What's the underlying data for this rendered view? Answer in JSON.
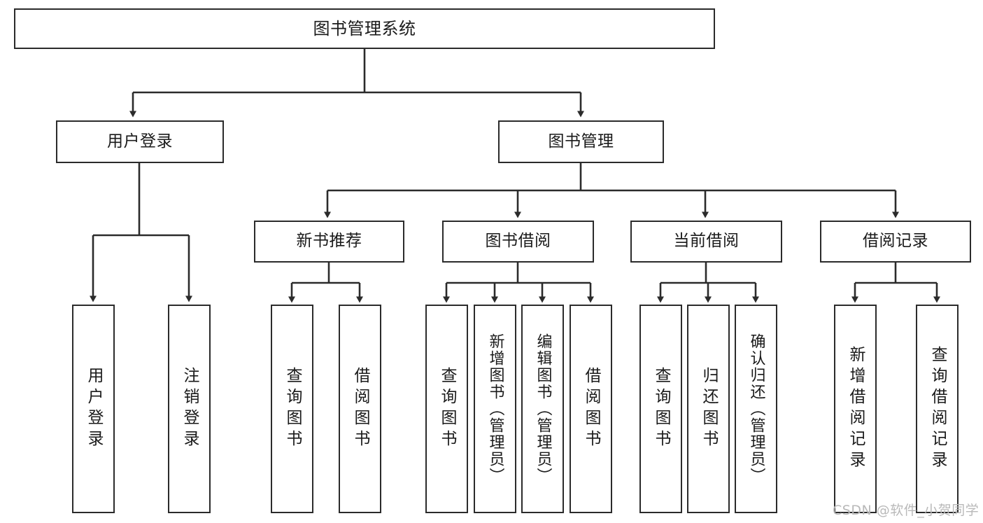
{
  "diagram": {
    "title": "图书管理系统",
    "type": "tree",
    "colors": {
      "stroke": "#2b2b2b",
      "fill": "#ffffff",
      "text": "#1a1a1a",
      "watermark": "#b9b9b9"
    },
    "root": {
      "label": "图书管理系统"
    },
    "level2": [
      {
        "key": "user-login",
        "label": "用户登录"
      },
      {
        "key": "book-manage",
        "label": "图书管理"
      }
    ],
    "level3": [
      {
        "key": "new-book-recommend",
        "label": "新书推荐"
      },
      {
        "key": "book-borrow",
        "label": "图书借阅"
      },
      {
        "key": "current-borrow",
        "label": "当前借阅"
      },
      {
        "key": "borrow-record",
        "label": "借阅记录"
      }
    ],
    "leaves": {
      "user_login": [
        {
          "key": "leaf-user-login",
          "label": "用户登录"
        },
        {
          "key": "leaf-logout",
          "label": "注销登录"
        }
      ],
      "new_book_recommend": [
        {
          "key": "leaf-query-book-1",
          "label": "查询图书"
        },
        {
          "key": "leaf-borrow-book-1",
          "label": "借阅图书"
        }
      ],
      "book_borrow": [
        {
          "key": "leaf-query-book-2",
          "label": "查询图书"
        },
        {
          "key": "leaf-add-book",
          "label": "新增图书（管理员）"
        },
        {
          "key": "leaf-edit-book",
          "label": "编辑图书（管理员）"
        },
        {
          "key": "leaf-borrow-book-2",
          "label": "借阅图书"
        }
      ],
      "current_borrow": [
        {
          "key": "leaf-query-book-3",
          "label": "查询图书"
        },
        {
          "key": "leaf-return-book",
          "label": "归还图书"
        },
        {
          "key": "leaf-confirm-return",
          "label": "确认归还（管理员）"
        }
      ],
      "borrow_record": [
        {
          "key": "leaf-add-record",
          "label": "新增借阅记录"
        },
        {
          "key": "leaf-query-record",
          "label": "查询借阅记录"
        }
      ]
    },
    "watermark": "CSDN @软件_小贺同学"
  }
}
